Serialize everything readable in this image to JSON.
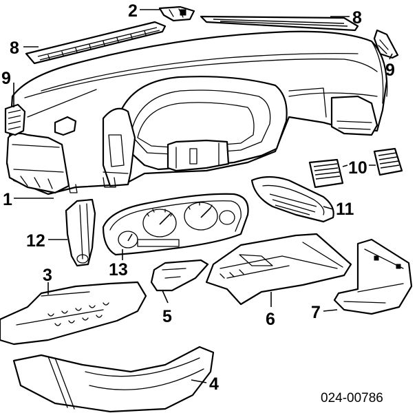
{
  "diagram": {
    "part_code": "024-00786",
    "callouts": [
      {
        "id": "c2a",
        "text": "2"
      },
      {
        "id": "c8a",
        "text": "8"
      },
      {
        "id": "c8b",
        "text": "8"
      },
      {
        "id": "c9a",
        "text": "9"
      },
      {
        "id": "c9b",
        "text": "9"
      },
      {
        "id": "c10",
        "text": "10"
      },
      {
        "id": "c1",
        "text": "1"
      },
      {
        "id": "c11",
        "text": "11"
      },
      {
        "id": "c12",
        "text": "12"
      },
      {
        "id": "c13",
        "text": "13"
      },
      {
        "id": "c3",
        "text": "3"
      },
      {
        "id": "c5",
        "text": "5"
      },
      {
        "id": "c6",
        "text": "6"
      },
      {
        "id": "c7",
        "text": "7"
      },
      {
        "id": "c4",
        "text": "4"
      }
    ]
  }
}
